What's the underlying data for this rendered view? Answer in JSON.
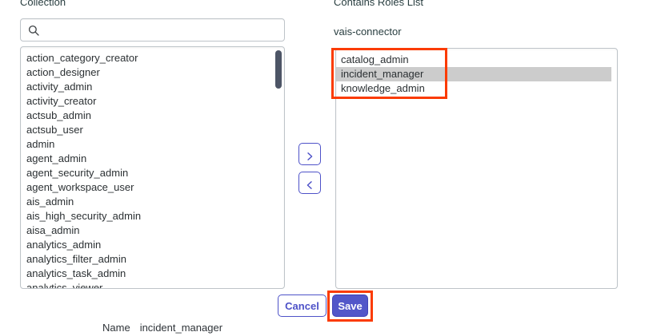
{
  "left_panel": {
    "label": "Collection",
    "search": {
      "value": "",
      "placeholder": "",
      "icon": "search-icon"
    },
    "options": [
      "action_category_creator",
      "action_designer",
      "activity_admin",
      "activity_creator",
      "actsub_admin",
      "actsub_user",
      "admin",
      "agent_admin",
      "agent_security_admin",
      "agent_workspace_user",
      "ais_admin",
      "ais_high_security_admin",
      "aisa_admin",
      "analytics_admin",
      "analytics_filter_admin",
      "analytics_task_admin",
      "analytics_viewer"
    ]
  },
  "transfer": {
    "add_label": "›",
    "remove_label": "‹",
    "add_icon": "chevron-right-icon",
    "remove_icon": "chevron-left-icon"
  },
  "right_panel": {
    "label": "Contains Roles List",
    "subtitle": "vais-connector",
    "options": [
      {
        "label": "catalog_admin",
        "selected": false
      },
      {
        "label": "incident_manager",
        "selected": true
      },
      {
        "label": "knowledge_admin",
        "selected": false
      }
    ]
  },
  "footer": {
    "cancel_label": "Cancel",
    "save_label": "Save"
  },
  "name_row": {
    "key": "Name",
    "value": "incident_manager"
  },
  "colors": {
    "accent": "#5257c9",
    "annotation": "#fb3b00",
    "selected_row": "#cccccc",
    "border": "#bec4c9",
    "scrollbar_thumb": "#4d5566"
  }
}
